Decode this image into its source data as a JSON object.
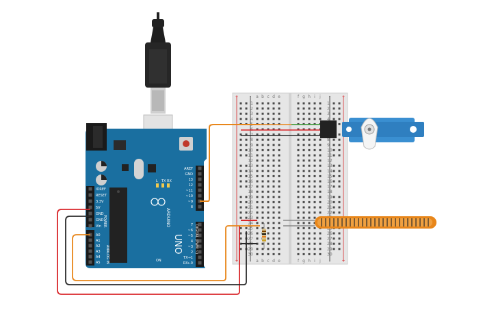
{
  "arduino": {
    "brand": "ARDUINO",
    "model": "UNO",
    "power_label": "POWER",
    "analog_label": "ANALOG IN",
    "digital_label": "DIGITAL (PWM ~)",
    "tx_label": "TX",
    "rx_label": "RX",
    "l_label": "L",
    "on_label": "ON",
    "power_pins": [
      "IOREF",
      "RESET",
      "3.3V",
      "5V",
      "GND",
      "GND",
      "Vin"
    ],
    "analog_pins": [
      "A0",
      "A1",
      "A2",
      "A3",
      "A4",
      "A5"
    ],
    "header_top_pins": [
      "AREF",
      "GND",
      "13",
      "12",
      "~11",
      "~10",
      "~9",
      "8"
    ],
    "header_bottom_pins": [
      "7",
      "~6",
      "~5",
      "4",
      "~3",
      "2",
      "TX→1",
      "RX←0"
    ]
  },
  "breadboard": {
    "col_letters_left": [
      "a",
      "b",
      "c",
      "d",
      "e"
    ],
    "col_letters_right": [
      "f",
      "g",
      "h",
      "i",
      "j"
    ],
    "row_numbers": [
      "1",
      "2",
      "3",
      "4",
      "5",
      "6",
      "7",
      "8",
      "9",
      "10",
      "11",
      "12",
      "13",
      "14",
      "15",
      "16",
      "17",
      "18",
      "19",
      "20",
      "21",
      "22",
      "23",
      "24",
      "25",
      "26",
      "27",
      "28",
      "29",
      "30"
    ],
    "rail_plus": "+",
    "rail_minus": "-"
  },
  "wire_colors": {
    "orange": "#e8861a",
    "red": "#d9262a",
    "black": "#2a2a2a",
    "green": "#2fa34a"
  },
  "icons": [
    "usb-cable-icon",
    "servo-motor-icon",
    "flex-sensor-icon",
    "resistor-icon",
    "atmega-chip-icon"
  ]
}
